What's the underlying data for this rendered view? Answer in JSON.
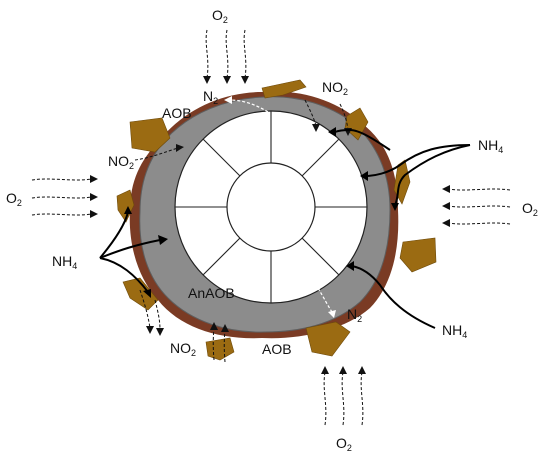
{
  "labels": {
    "o2": "O2",
    "o2_main": "O",
    "o2_sub": "2",
    "nh4_main": "NH",
    "nh4_sub": "4",
    "no2_main": "NO",
    "no2_sub": "2",
    "n2_main": "N",
    "n2_sub": "2",
    "aob": "AOB",
    "anaob": "AnAOB"
  },
  "colors": {
    "biofilm_gray": "#8c8c8c",
    "outer_brown": "#7a3b24",
    "floc_olive": "#9b6b12",
    "carrier_fill": "#ffffff",
    "line": "#000000"
  }
}
